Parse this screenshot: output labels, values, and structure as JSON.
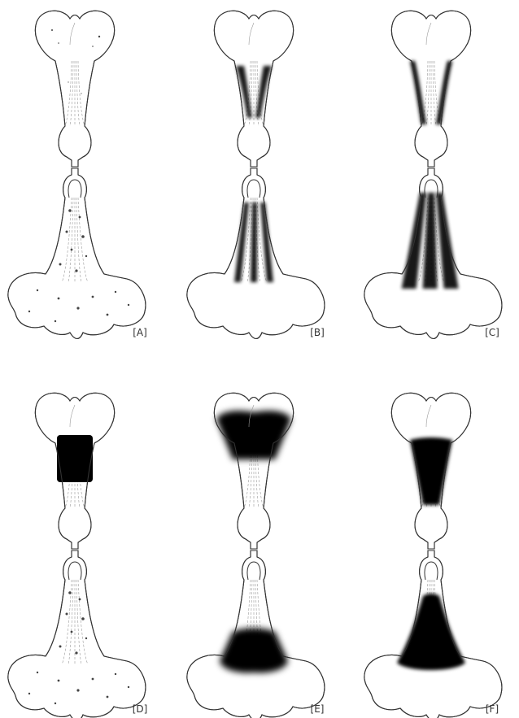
{
  "panels": [
    {
      "id": "A",
      "label": "[A]",
      "upper_pattern": "faint-dots",
      "lower_pattern": "dots"
    },
    {
      "id": "B",
      "label": "[B]",
      "upper_pattern": "dark-streaks",
      "lower_pattern": "dark-streaks"
    },
    {
      "id": "C",
      "label": "[C]",
      "upper_pattern": "dark-edges",
      "lower_pattern": "dark-fan"
    },
    {
      "id": "D",
      "label": "[D]",
      "upper_pattern": "dark-block",
      "lower_pattern": "dots"
    },
    {
      "id": "E",
      "label": "[E]",
      "upper_pattern": "dark-top-band",
      "lower_pattern": "dark-band"
    },
    {
      "id": "F",
      "label": "[F]",
      "upper_pattern": "dark-wedge",
      "lower_pattern": "dark-bell"
    }
  ],
  "colors": {
    "outline": "#333333",
    "fill": "#000000",
    "veins": "#9a9a9a"
  }
}
